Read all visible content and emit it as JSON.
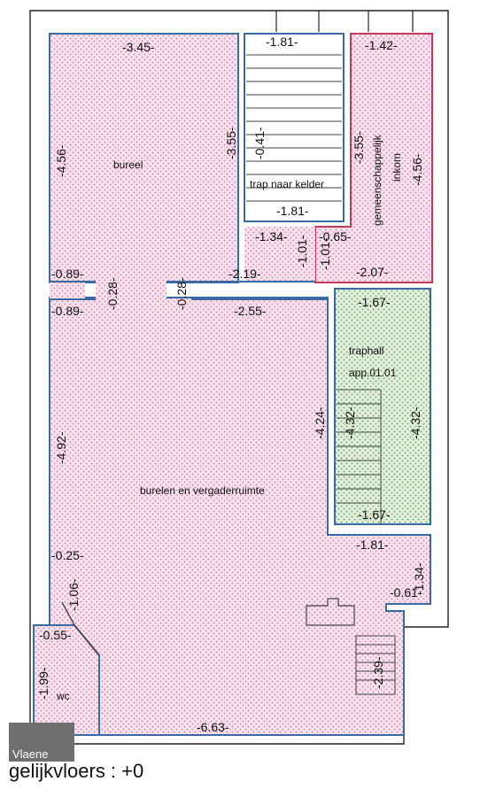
{
  "rooms": {
    "bureel": "bureel",
    "trap_kelder": "trap naar kelder",
    "gemeenschappelijk": "gemeenschappelijk",
    "inkom": "inkom",
    "traphall": "traphall",
    "app": "app.01.01",
    "burelen": "burelen en vergaderruimte",
    "wc": "wc"
  },
  "dims": {
    "d_3_45": "-3.45-",
    "d_4_56_a": "-4.56-",
    "d_1_81_top": "-1.81-",
    "d_3_55_a": "-3.55-",
    "d_0_41": "-0.41-",
    "d_1_81_b": "-1.81-",
    "d_1_42": "-1.42-",
    "d_3_55_b": "-3.55-",
    "d_4_56_b": "-4.56-",
    "d_1_34_a": "-1.34-",
    "d_0_65": "-0.65-",
    "d_1_01_a": "-1.01-",
    "d_1_01_b": "-1.01-",
    "d_2_07": "-2.07-",
    "d_0_89_a": "-0.89-",
    "d_0_28_a": "-0.28-",
    "d_0_28_b": "-0.28-",
    "d_2_19": "-2.19-",
    "d_0_89_b": "-0.89-",
    "d_2_55": "-2.55-",
    "d_1_67_a": "-1.67-",
    "d_4_92": "-4.92-",
    "d_4_24": "-4.24-",
    "d_4_32_a": "-4.32-",
    "d_4_32_b": "-4.32-",
    "d_1_67_b": "-1.67-",
    "d_1_81_c": "-1.81-",
    "d_0_25": "-0.25-",
    "d_1_34_b": "-1.34-",
    "d_1_06": "-1.06-",
    "d_0_61": "-0.61-",
    "d_0_55": "-0.55-",
    "d_1_99": "-1.99-",
    "d_2_39": "-2.39-",
    "d_6_63": "-6.63-"
  },
  "logo": "Vlaene",
  "floor_label": "gelijkvloers : +0",
  "colors": {
    "pink_fill": "#f6e3ee",
    "pink_dot": "#d98cb1",
    "green_fill": "#e3f0de",
    "green_dot": "#7aa870",
    "blue_border": "#3a6aa6",
    "red_border": "#c23a5a",
    "wall": "#222222"
  }
}
